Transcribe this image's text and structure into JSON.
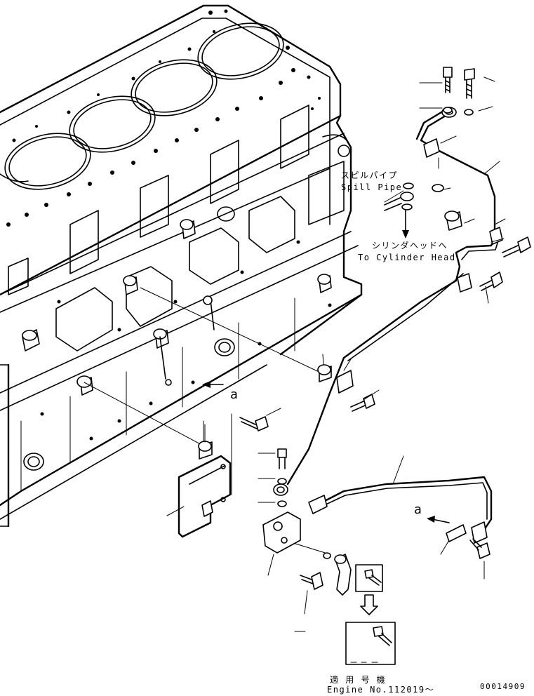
{
  "labels": {
    "spill_pipe_jp": "スピルパイプ",
    "spill_pipe_en": "Spill Pipe",
    "to_cylinder_head_jp": "シリンダヘッドへ",
    "to_cylinder_head_en": "To Cylinder Head",
    "view_a_1": "a",
    "view_a_2": "a",
    "applicable_jp": "適 用 号 機",
    "engine_no": "Engine No.112019～",
    "drawing_no": "00014909"
  }
}
